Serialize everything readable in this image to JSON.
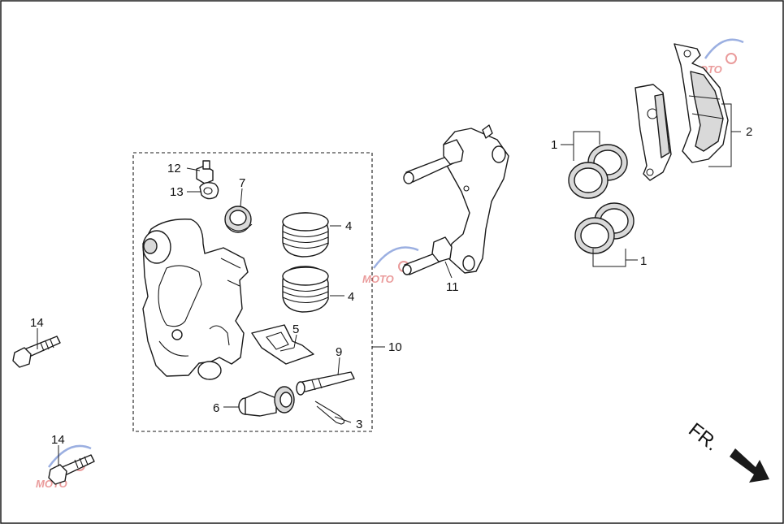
{
  "callouts": {
    "c1a": "1",
    "c1b": "1",
    "c2": "2",
    "c3": "3",
    "c4a": "4",
    "c4b": "4",
    "c5": "5",
    "c6": "6",
    "c7": "7",
    "c9": "9",
    "c10": "10",
    "c11": "11",
    "c12": "12",
    "c13": "13",
    "c14a": "14",
    "c14b": "14"
  },
  "direction_label": "FR.",
  "watermark": {
    "text": "MOTO",
    "color_red": "#d94a4a",
    "color_blue": "#4a6fc9"
  },
  "colors": {
    "line": "#1a1a1a",
    "fill": "#ffffff",
    "shade": "#d9d9d9"
  }
}
